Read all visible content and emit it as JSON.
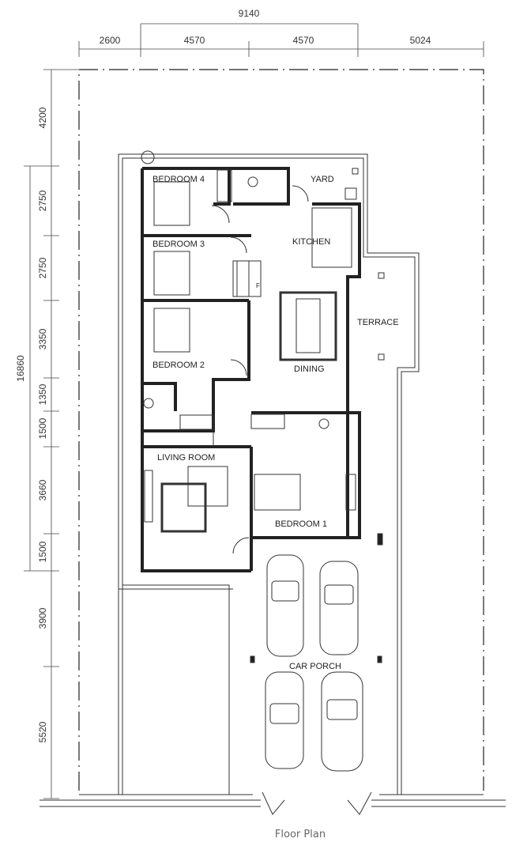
{
  "dimensions": {
    "top_overall": "9140",
    "top": [
      "2600",
      "4570",
      "4570",
      "5024"
    ],
    "left": [
      "4200",
      "2750",
      "2750",
      "3350",
      "1350",
      "1500",
      "3660",
      "1500",
      "3900",
      "5520"
    ],
    "left_overall": "16860"
  },
  "rooms": {
    "bedroom4": "BEDROOM 4",
    "bedroom3": "BEDROOM 3",
    "bedroom2": "BEDROOM 2",
    "bedroom1": "BEDROOM 1",
    "yard": "YARD",
    "kitchen": "KITCHEN",
    "dining": "DINING",
    "terrace": "TERRACE",
    "living": "LIVING ROOM",
    "car_porch": "CAR PORCH",
    "fridge_mark": "F"
  },
  "caption": "Floor Plan"
}
